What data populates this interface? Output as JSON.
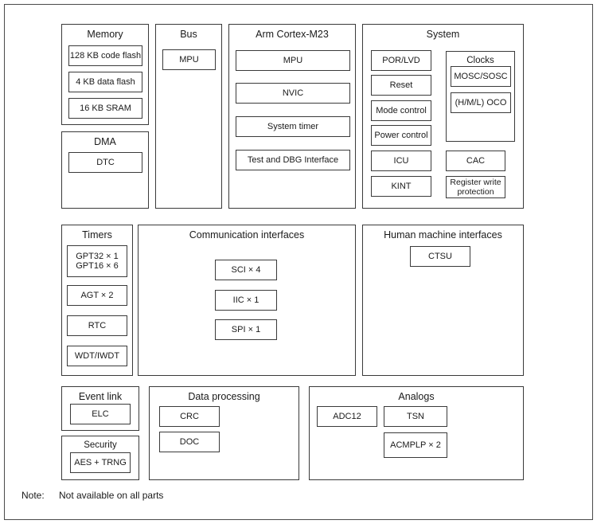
{
  "memory": {
    "title": "Memory",
    "code_flash": "128 KB code flash",
    "data_flash": "4 KB data flash",
    "sram": "16 KB SRAM"
  },
  "dma": {
    "title": "DMA",
    "dtc": "DTC"
  },
  "bus": {
    "title": "Bus",
    "mpu": "MPU"
  },
  "cpu": {
    "title": "Arm Cortex-M23",
    "mpu": "MPU",
    "nvic": "NVIC",
    "systick": "System timer",
    "debug": "Test and DBG Interface"
  },
  "system": {
    "title": "System",
    "por": "POR/LVD",
    "reset": "Reset",
    "mode": "Mode control",
    "power": "Power control",
    "icu": "ICU",
    "kint": "KINT",
    "cac": "CAC",
    "regprot": "Register write protection",
    "clocks": {
      "title": "Clocks",
      "mosc": "MOSC/SOSC",
      "oco": "(H/M/L) OCO"
    }
  },
  "timers": {
    "title": "Timers",
    "gpt": "GPT32 × 1\nGPT16 × 6",
    "agt": "AGT × 2",
    "rtc": "RTC",
    "wdt": "WDT/IWDT"
  },
  "comm": {
    "title": "Communication interfaces",
    "sci": "SCI × 4",
    "iic": "IIC × 1",
    "spi": "SPI × 1"
  },
  "hmi": {
    "title": "Human machine interfaces",
    "ctsu": "CTSU"
  },
  "event": {
    "title": "Event link",
    "elc": "ELC"
  },
  "security": {
    "title": "Security",
    "aes": "AES + TRNG"
  },
  "dataproc": {
    "title": "Data processing",
    "crc": "CRC",
    "doc": "DOC"
  },
  "analog": {
    "title": "Analogs",
    "adc": "ADC12",
    "tsn": "TSN",
    "acmp": "ACMPLP × 2"
  },
  "note": {
    "label": "Note:",
    "text": "Not available on all parts"
  }
}
